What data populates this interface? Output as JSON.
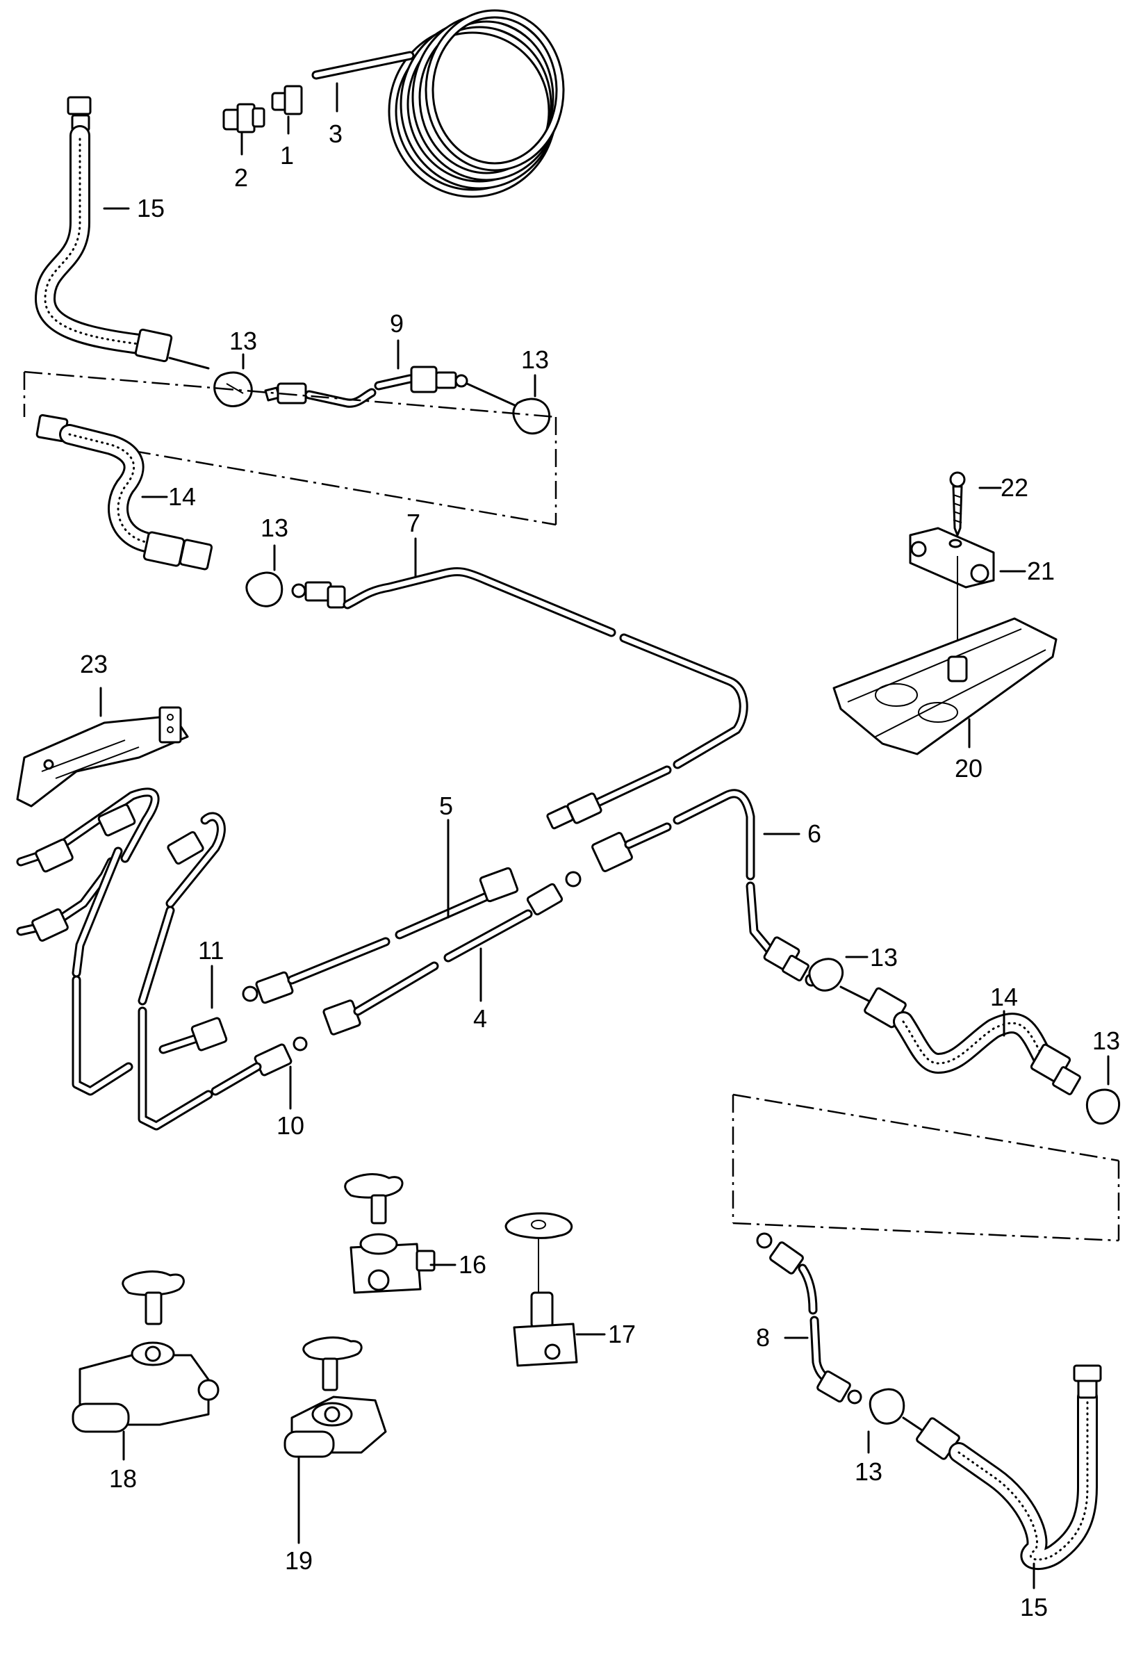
{
  "diagram": {
    "callouts": [
      {
        "id": "c1",
        "label": "1"
      },
      {
        "id": "c2",
        "label": "2"
      },
      {
        "id": "c3",
        "label": "3"
      },
      {
        "id": "c15a",
        "label": "15"
      },
      {
        "id": "c13a",
        "label": "13"
      },
      {
        "id": "c9",
        "label": "9"
      },
      {
        "id": "c13b",
        "label": "13"
      },
      {
        "id": "c14a",
        "label": "14"
      },
      {
        "id": "c13c",
        "label": "13"
      },
      {
        "id": "c7",
        "label": "7"
      },
      {
        "id": "c22",
        "label": "22"
      },
      {
        "id": "c21",
        "label": "21"
      },
      {
        "id": "c20",
        "label": "20"
      },
      {
        "id": "c23",
        "label": "23"
      },
      {
        "id": "c5",
        "label": "5"
      },
      {
        "id": "c6",
        "label": "6"
      },
      {
        "id": "c11",
        "label": "11"
      },
      {
        "id": "c4",
        "label": "4"
      },
      {
        "id": "c10",
        "label": "10"
      },
      {
        "id": "c13d",
        "label": "13"
      },
      {
        "id": "c14b",
        "label": "14"
      },
      {
        "id": "c13e",
        "label": "13"
      },
      {
        "id": "c16",
        "label": "16"
      },
      {
        "id": "c17",
        "label": "17"
      },
      {
        "id": "c8",
        "label": "8"
      },
      {
        "id": "c18",
        "label": "18"
      },
      {
        "id": "c19",
        "label": "19"
      },
      {
        "id": "c13f",
        "label": "13"
      },
      {
        "id": "c15b",
        "label": "15"
      }
    ]
  }
}
